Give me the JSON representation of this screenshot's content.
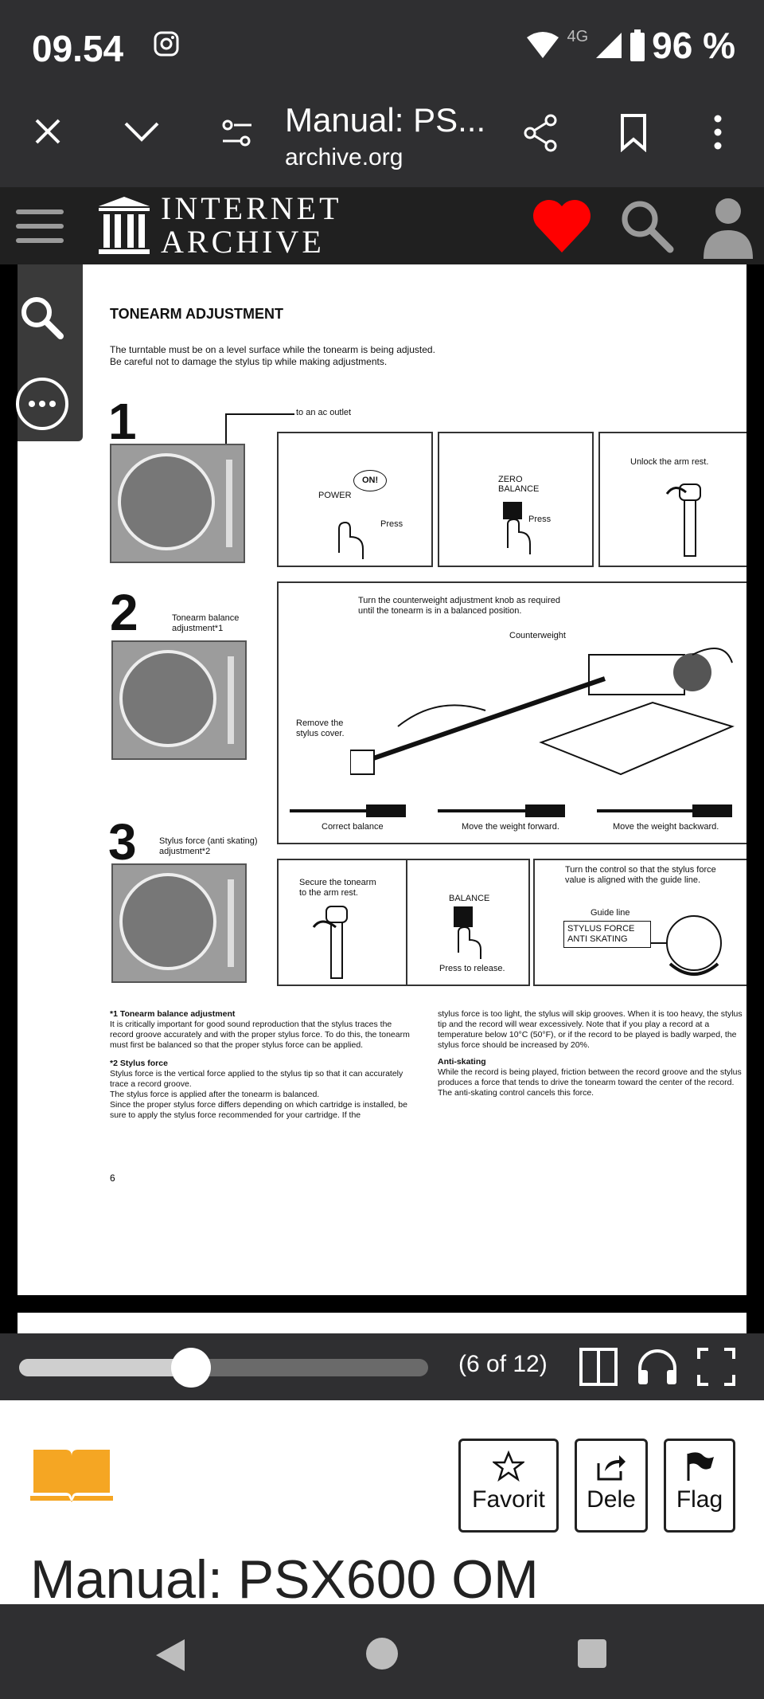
{
  "status_bar": {
    "time": "09.54",
    "network": "4G",
    "battery": "96 %"
  },
  "browser": {
    "title": "Manual: PS...",
    "url": "archive.org"
  },
  "ia_header": {
    "logo_line1": "INTERNET",
    "logo_line2": "ARCHIVE",
    "heart_color": "#ff0000"
  },
  "doc": {
    "heading": "TONEARM ADJUSTMENT",
    "intro": [
      "The turntable must be on a level surface while the tonearm is being adjusted.",
      "Be careful not to damage the stylus tip while making adjustments."
    ],
    "step1": {
      "num": "1",
      "outlet": "to an ac outlet",
      "on": "ON!",
      "power": "POWER",
      "press1": "Press",
      "zero": "ZERO",
      "balance": "BALANCE",
      "press2": "Press",
      "unlock": "Unlock the arm rest."
    },
    "step2": {
      "num": "2",
      "label1": "Tonearm balance",
      "label2": "adjustment*1",
      "turn1": "Turn the counterweight adjustment knob as required",
      "turn2": "until the tonearm is in a balanced position.",
      "counterweight": "Counterweight",
      "remove1": "Remove the",
      "remove2": "stylus cover.",
      "correct": "Correct balance",
      "forward": "Move the weight forward.",
      "backward": "Move the weight backward."
    },
    "step3": {
      "num": "3",
      "label1": "Stylus force (anti skating)",
      "label2": "adjustment*2",
      "secure1": "Secure the tonearm",
      "secure2": "to the arm rest.",
      "balance": "BALANCE",
      "release": "Press to release.",
      "turn1": "Turn the control so that the stylus force",
      "turn2": "value is aligned with the guide line.",
      "guide": "Guide line",
      "sf1": "STYLUS FORCE",
      "sf2": "ANTI SKATING"
    },
    "notes_left": {
      "h1": "*1 Tonearm balance adjustment",
      "p1": "It is critically important for good sound reproduction that the stylus traces the record groove accurately and with the proper stylus force. To do this, the tonearm must first be balanced so that the proper stylus force can be applied.",
      "h2": "*2 Stylus force",
      "p2": "Stylus force is the vertical force applied to the stylus tip so that it can accurately trace a record groove.",
      "p3": "The stylus force is applied after the tonearm is balanced.",
      "p4": "Since the proper stylus force differs depending on which cartridge is installed, be sure to apply the stylus force recommended for your cartridge. If the"
    },
    "notes_right": {
      "p1": "stylus force is too light, the stylus will skip grooves. When it is too heavy, the stylus tip and the record will wear excessively. Note that if you play a record at a temperature below 10°C (50°F), or if the record to be played is badly warped, the stylus force should be increased by 20%.",
      "h2": "Anti-skating",
      "p2": "While the record is being played, friction between the record groove and the stylus produces a force that tends to drive the tonearm toward the center of the record. The anti-skating control cancels this force."
    },
    "page_number": "6"
  },
  "scrubber": {
    "pager": "(6 of 12)",
    "progress": 0.42
  },
  "actions": {
    "favorite": "Favorit",
    "share": "Dele",
    "flag": "Flag",
    "title": "Manual: PSX600 OM"
  }
}
